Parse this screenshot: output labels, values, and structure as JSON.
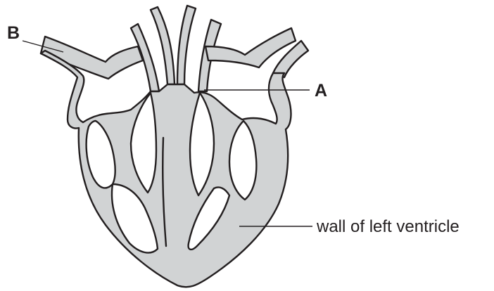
{
  "diagram": {
    "labels": {
      "b": "B",
      "a": "A",
      "wall_left_ventricle": "wall of left ventricle"
    },
    "colors": {
      "tissue": "#d1d3d4",
      "outline": "#231f20",
      "chamber": "#ffffff",
      "background": "#ffffff"
    }
  }
}
